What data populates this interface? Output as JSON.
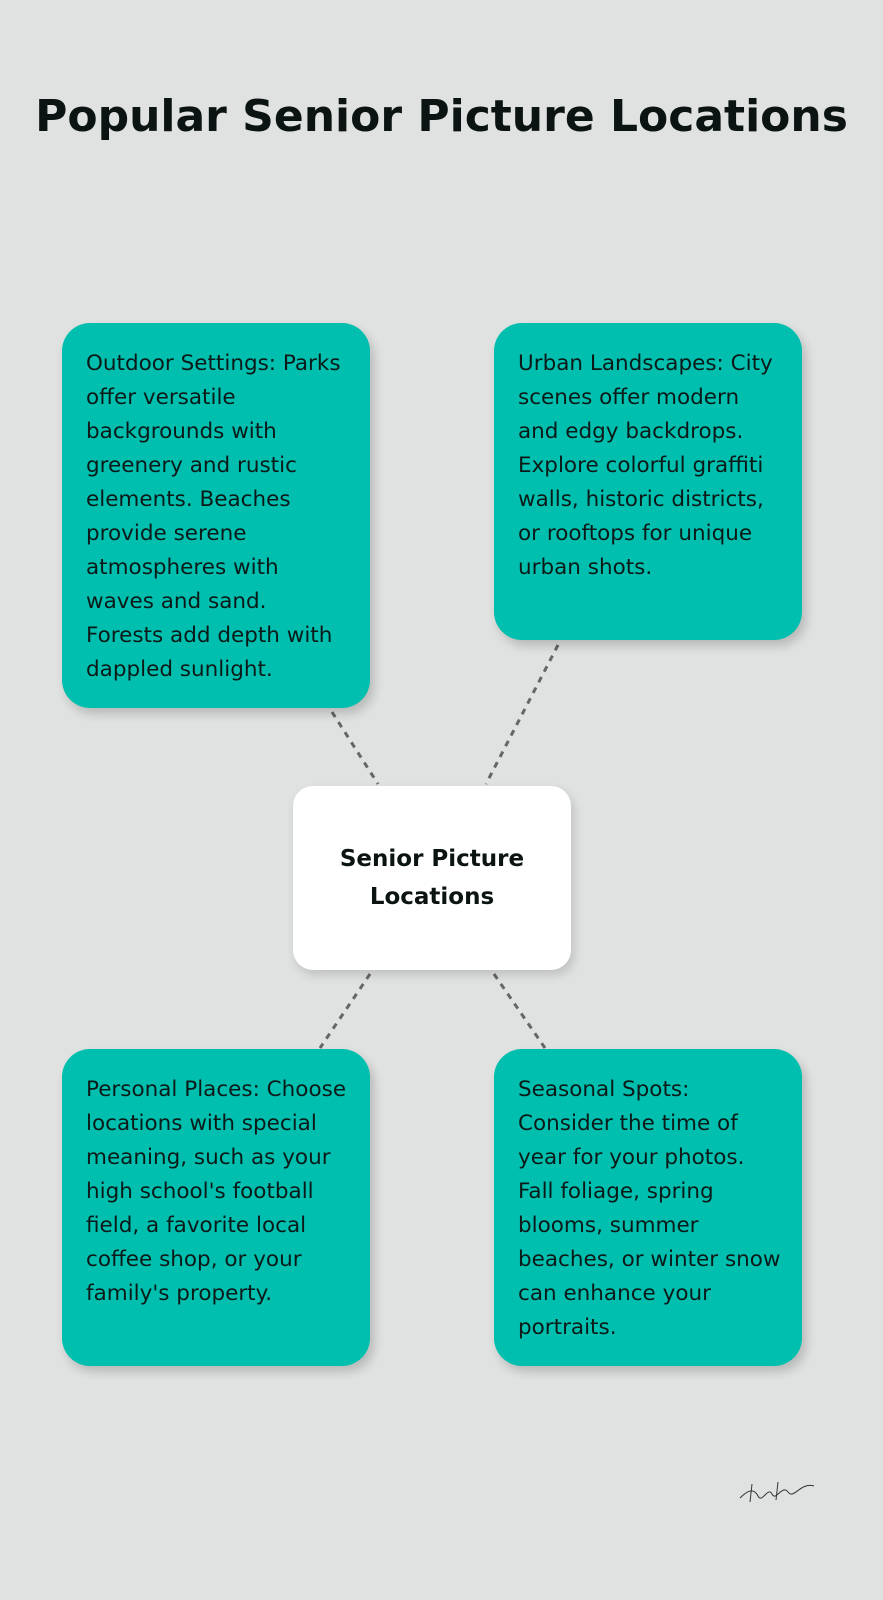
{
  "title": "Popular Senior Picture Locations",
  "center": {
    "label": "Senior Picture Locations"
  },
  "nodes": [
    {
      "text": "Outdoor Settings: Parks offer versatile backgrounds with greenery and rustic elements. Beaches provide serene atmospheres with waves and sand. Forests add depth with dappled sunlight."
    },
    {
      "text": "Urban Landscapes: City scenes offer modern and edgy backdrops. Explore colorful graffiti walls, historic districts, or rooftops for unique urban shots."
    },
    {
      "text": "Personal Places: Choose locations with special meaning, such as your high school's football field, a favorite local coffee shop, or your family's property."
    },
    {
      "text": "Seasonal Spots: Consider the time of year for your photos. Fall foliage, spring blooms, summer beaches, or winter snow can enhance your portraits."
    }
  ],
  "colors": {
    "background": "#e0e2e1",
    "node": "#00bfae",
    "center": "#ffffff",
    "connector": "#666666"
  },
  "logo": {
    "type": "signature"
  }
}
